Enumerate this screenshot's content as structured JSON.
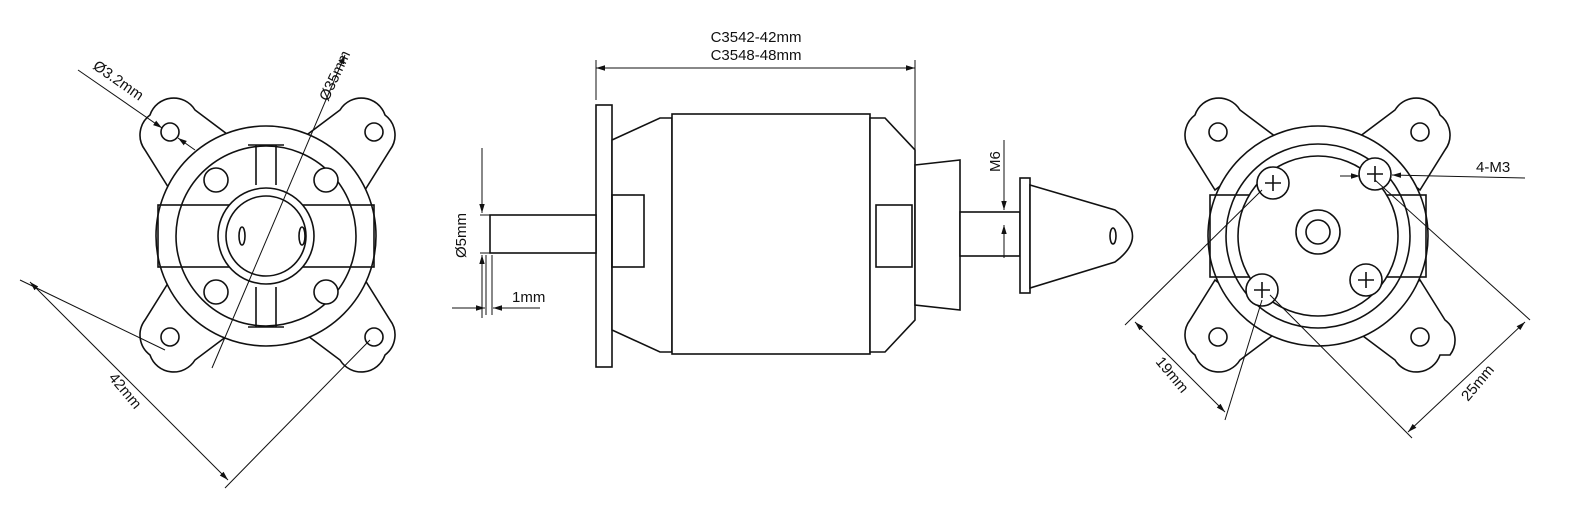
{
  "title": "Brushless motor dimension drawing",
  "front_view": {
    "hole_diameter": "Ø3.2mm",
    "body_diameter": "Ø35mm",
    "hole_spacing": "42mm"
  },
  "side_view": {
    "length_c3542": "C3542-42mm",
    "length_c3548": "C3548-48mm",
    "shaft_diameter": "Ø5mm",
    "shaft_offset": "1mm",
    "thread": "M6"
  },
  "rear_view": {
    "screws": "4-M3",
    "spacing_a": "19mm",
    "spacing_b": "25mm"
  },
  "colors": {
    "line": "#111111",
    "background": "#ffffff"
  }
}
